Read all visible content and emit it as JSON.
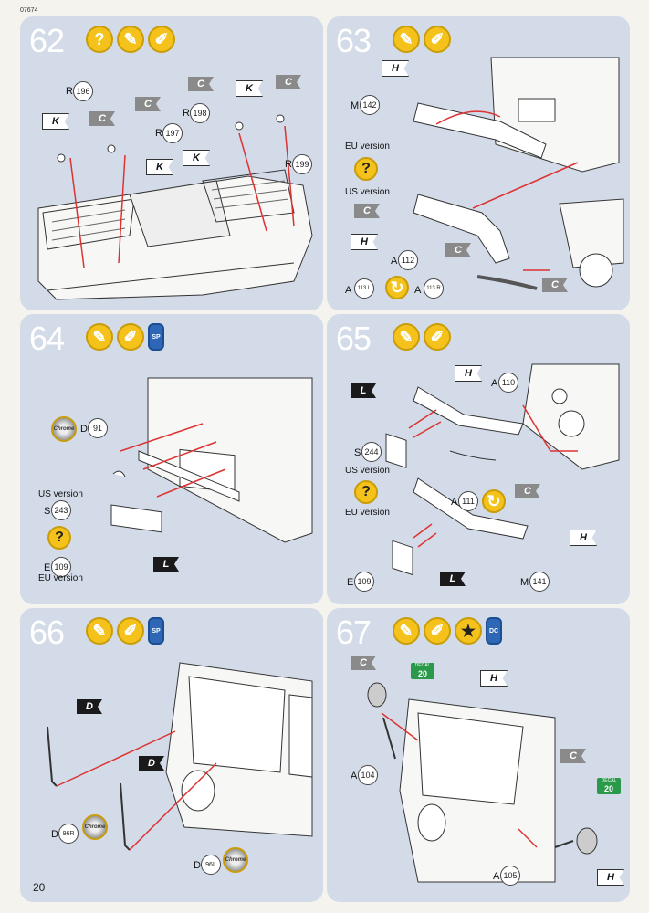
{
  "page": {
    "code": "07674",
    "number": "20"
  },
  "steps": [
    {
      "num": "62",
      "labels": {
        "r196": "196",
        "r198": "198",
        "r197": "197",
        "r199": "199"
      },
      "flags": [
        "K",
        "C",
        "C",
        "K",
        "C",
        "K",
        "K",
        "C"
      ]
    },
    {
      "num": "63",
      "labels": {
        "m142": "142",
        "eu": "EU version",
        "us": "US version",
        "a112": "112",
        "a113l": "113 L",
        "a113r": "113 R"
      },
      "flags": [
        "H",
        "C",
        "H",
        "C",
        "C"
      ]
    },
    {
      "num": "64",
      "labels": {
        "d91": "91",
        "us": "US version",
        "s243": "243",
        "e109": "109",
        "eu": "EU version",
        "chrome": "Chrome"
      },
      "flags": [
        "L"
      ]
    },
    {
      "num": "65",
      "labels": {
        "a110": "110",
        "s244": "244",
        "us": "US version",
        "a111": "111",
        "eu": "EU version",
        "e109": "109",
        "m141": "141"
      },
      "flags": [
        "L",
        "H",
        "C",
        "H",
        "L"
      ]
    },
    {
      "num": "66",
      "labels": {
        "d96r": "96R",
        "d96l": "96L",
        "chrome": "Chrome"
      },
      "flags": [
        "D",
        "D"
      ]
    },
    {
      "num": "67",
      "labels": {
        "a104": "104",
        "a105": "105",
        "decal": "DECAL",
        "decal_no": "20"
      },
      "flags": [
        "C",
        "H",
        "C",
        "H"
      ]
    }
  ],
  "letters": {
    "R": "R",
    "M": "M",
    "A": "A",
    "D": "D",
    "S": "S",
    "E": "E"
  }
}
